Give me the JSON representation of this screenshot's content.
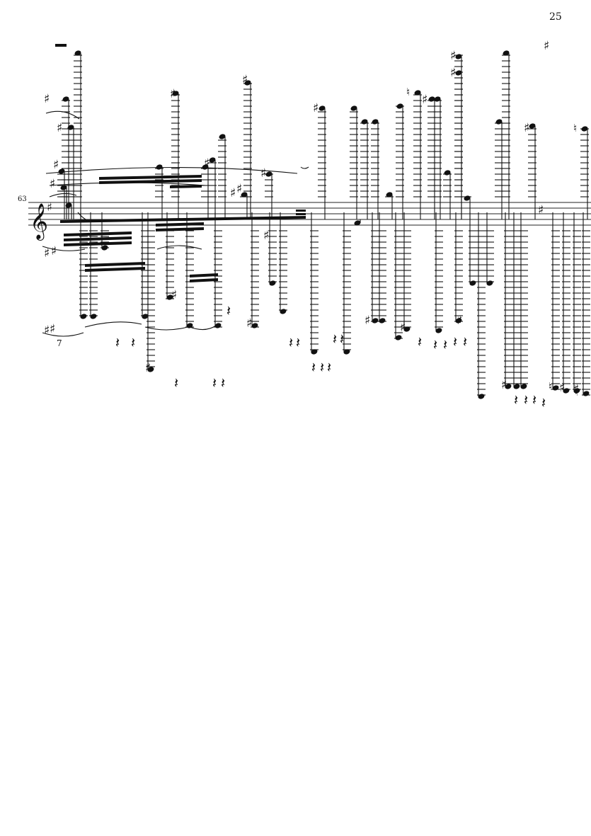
{
  "page": {
    "page_number": "25",
    "measure_number": "63"
  },
  "score": {
    "clef": "treble-clef",
    "key_signature": "G major (one sharp)",
    "tuplet_marks": [
      "7"
    ],
    "accidental_glyphs": {
      "sharp": "♯",
      "natural": "♮"
    },
    "rest_glyph": "𝄽",
    "colors": {
      "ink": "#111111",
      "paper": "#ffffff"
    }
  }
}
